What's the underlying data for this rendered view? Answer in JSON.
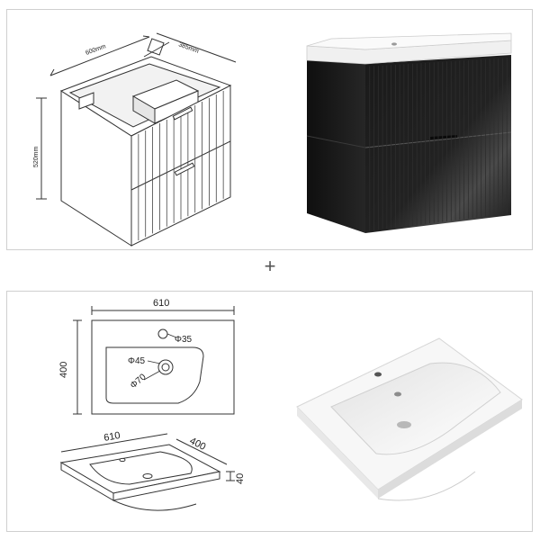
{
  "top_panel": {
    "dimensions": {
      "width": "600mm",
      "depth": "385mm",
      "height": "520mm"
    }
  },
  "separator": "+",
  "bottom_panel": {
    "dimensions": {
      "top_width": "610",
      "top_depth": "400",
      "hole_small": "Φ35",
      "hole_medium": "Φ45",
      "hole_large": "Φ70",
      "iso_width": "610",
      "iso_depth": "400",
      "iso_thickness": "40"
    }
  },
  "colors": {
    "cabinet": "#1a1a1a",
    "basin": "#f4f4f4",
    "line": "#333333",
    "panel_border": "#cfcfcf"
  }
}
